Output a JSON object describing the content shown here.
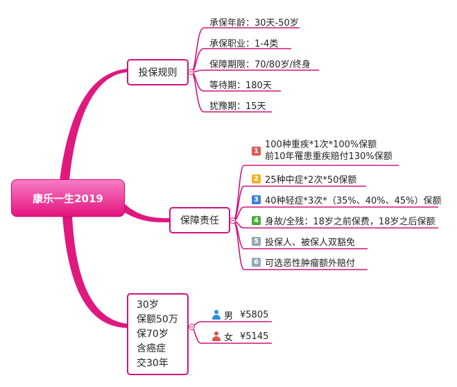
{
  "root": {
    "title": "康乐一生2019"
  },
  "rules": {
    "label": "投保规则",
    "items": [
      "承保年龄：30天-50岁",
      "承保职业：1-4类",
      "保障期限：70/80岁/终身",
      "等待期：180天",
      "犹豫期：15天"
    ]
  },
  "coverage": {
    "label": "保障责任",
    "items": [
      {
        "num": "1",
        "color": "#e25a5a",
        "line1": "100种重疾*1次*100%保额",
        "line2": "前10年罹患重疾赔付130%保额"
      },
      {
        "num": "2",
        "color": "#f0b323",
        "line1": "25种中症*2次*50保额"
      },
      {
        "num": "3",
        "color": "#3f7fd6",
        "line1": "40种轻症*3次*（35%、40%、45%）保额"
      },
      {
        "num": "4",
        "color": "#46ad3b",
        "line1": "身故/全残：18岁之前保费，18岁之后保额"
      },
      {
        "num": "5",
        "color": "#93a7b5",
        "line1": "投保人、被保人双豁免"
      },
      {
        "num": "6",
        "color": "#93a7b5",
        "line1": "可选恶性肿瘤额外赔付"
      }
    ]
  },
  "example": {
    "lines": [
      "30岁",
      "保额50万",
      "保70岁",
      "含癌症",
      "交30年"
    ],
    "prices": [
      {
        "icon": "male-user-icon",
        "icon_color": "#2e8ee0",
        "gender": "男",
        "price": "¥5805"
      },
      {
        "icon": "female-user-icon",
        "icon_color": "#d9534f",
        "gender": "女",
        "price": "¥5145"
      }
    ]
  },
  "colors": {
    "branch": "#e0197f",
    "box_border": "#d1127b"
  }
}
